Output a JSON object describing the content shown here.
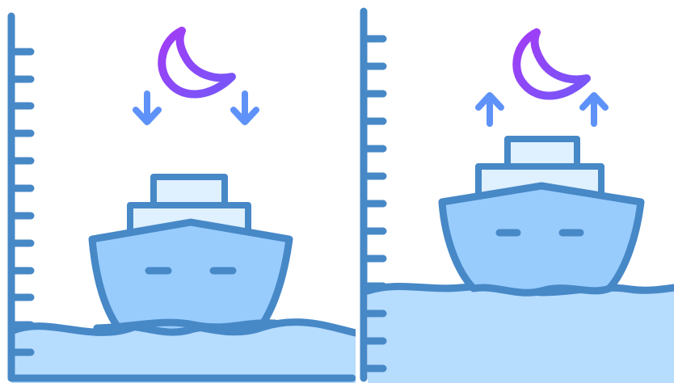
{
  "colors": {
    "outline": "#4788c7",
    "water": "#b6dcfe",
    "hull": "#98ccfd",
    "cabin": "#dff0fe",
    "background": "#ffffff",
    "moon_gradient_start": "#9a3bf6",
    "moon_gradient_end": "#7a5cf8",
    "arrow_blue": "#5f92f8"
  },
  "panels": [
    {
      "id": "low-tide",
      "icons": [
        "ruler-scale-icon",
        "moon-icon",
        "arrow-down-icon",
        "ship-icon",
        "water-wave-icon"
      ],
      "arrow_direction": "down"
    },
    {
      "id": "high-tide",
      "icons": [
        "ruler-scale-icon",
        "moon-icon",
        "arrow-up-icon",
        "ship-icon",
        "water-wave-icon"
      ],
      "arrow_direction": "up"
    }
  ]
}
